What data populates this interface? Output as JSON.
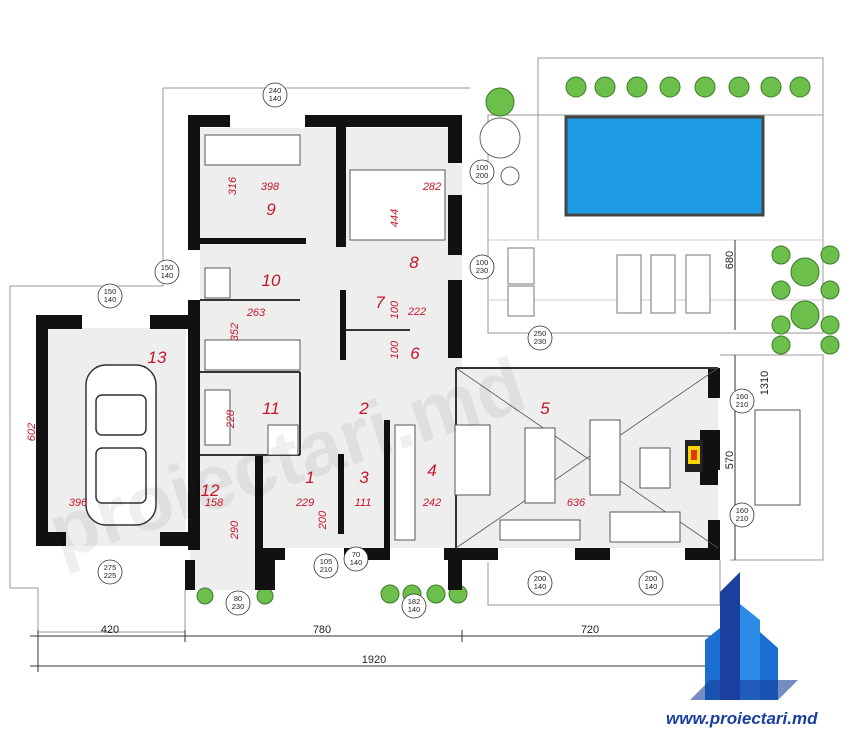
{
  "rooms": [
    {
      "id": "1",
      "label": "1"
    },
    {
      "id": "2",
      "label": "2"
    },
    {
      "id": "3",
      "label": "3"
    },
    {
      "id": "4",
      "label": "4"
    },
    {
      "id": "5",
      "label": "5"
    },
    {
      "id": "6",
      "label": "6"
    },
    {
      "id": "7",
      "label": "7"
    },
    {
      "id": "8",
      "label": "8"
    },
    {
      "id": "9",
      "label": "9"
    },
    {
      "id": "10",
      "label": "10"
    },
    {
      "id": "11",
      "label": "11"
    },
    {
      "id": "12",
      "label": "12"
    },
    {
      "id": "13",
      "label": "13"
    }
  ],
  "room_dims": {
    "r9_h": "316",
    "r9_w": "398",
    "r8_h": "444",
    "r8_w": "282",
    "r10_w": "263",
    "r10_h": "352",
    "r7_h": "100",
    "r7_w": "222",
    "r6_h": "100",
    "r11_h": "228",
    "r1_w": "229",
    "r1_h": "200",
    "r3_w": "111",
    "r4_w": "242",
    "r5_w": "636",
    "r13_h": "602",
    "r13_w": "396",
    "r12_w": "158",
    "r12_h": "290",
    "terrace_h": "680",
    "side_h": "1310",
    "side_w": "570"
  },
  "openings": {
    "w_top": [
      "240",
      "140"
    ],
    "w_left_upper": [
      "150",
      "140"
    ],
    "w_garage": [
      "150",
      "140"
    ],
    "w_bed_right": [
      "100",
      "200"
    ],
    "w_bed_right2": [
      "100",
      "230"
    ],
    "w_living_top": [
      "250",
      "230"
    ],
    "w_living_r1": [
      "160",
      "210"
    ],
    "w_living_r2": [
      "160",
      "210"
    ],
    "garage_door": [
      "275",
      "225"
    ],
    "w_bath": [
      "80",
      "230"
    ],
    "d_entry": [
      "105",
      "210"
    ],
    "w_kitchen": [
      "70",
      "140"
    ],
    "w_front": [
      "182",
      "140"
    ],
    "w_living_b1": [
      "200",
      "140"
    ],
    "w_living_b2": [
      "200",
      "140"
    ]
  },
  "dimensions": {
    "seg1": "420",
    "seg2": "780",
    "seg3": "720",
    "total": "1920"
  },
  "watermark": "proiectari.md",
  "brand": "www.proiectari.md",
  "colors": {
    "wall": "#111111",
    "room_num": "#c4162a",
    "pool": "#1e9be6",
    "floor": "#eeeeee",
    "brand": "#1a3f9e"
  }
}
